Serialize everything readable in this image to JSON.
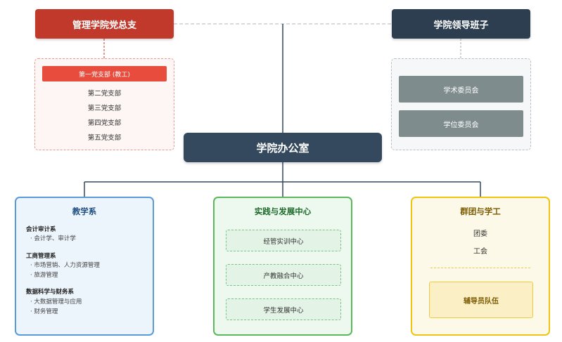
{
  "party": {
    "title": "管理学院党总支",
    "branches": [
      "第一党支部 (教工)",
      "第二党支部",
      "第三党支部",
      "第四党支部",
      "第五党支部"
    ]
  },
  "leadership": {
    "title": "学院领导班子",
    "committees": [
      "学术委员会",
      "学位委员会"
    ]
  },
  "office": {
    "title": "学院办公室"
  },
  "departments": {
    "title": "教学系",
    "groups": [
      {
        "name": "会计审计系",
        "items": [
          "· 会计学、审计学"
        ]
      },
      {
        "name": "工商管理系",
        "items": [
          "· 市场营销、人力资源管理",
          "· 旅游管理"
        ]
      },
      {
        "name": "数据科学与财务系",
        "items": [
          "· 大数据管理与应用",
          "· 财务管理"
        ]
      }
    ]
  },
  "practice": {
    "title": "实践与发展中心",
    "centers": [
      "经管实训中心",
      "产教融合中心",
      "学生发展中心"
    ]
  },
  "clubs": {
    "title": "群团与学工",
    "items": [
      "团委",
      "工会"
    ],
    "counselor": "辅导员队伍"
  },
  "colors": {
    "party": "#c0392b",
    "branch_highlight": "#e74c3c",
    "leadership": "#2c3e50",
    "office": "#34495e",
    "committee": "#7f8c8d",
    "dept_border": "#5b9bd5",
    "practice_border": "#5cb85c",
    "club_border": "#f1c40f"
  }
}
